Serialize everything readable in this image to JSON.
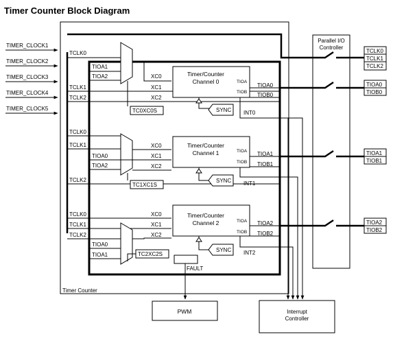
{
  "title": "Timer Counter Block Diagram",
  "inputs": [
    "TIMER_CLOCK1",
    "TIMER_CLOCK2",
    "TIMER_CLOCK3",
    "TIMER_CLOCK4",
    "TIMER_CLOCK5"
  ],
  "timer_counter_label": "Timer Counter",
  "pio": {
    "line1": "Parallel I/O",
    "line2": "Controller"
  },
  "pins": {
    "tclk0": "TCLK0",
    "tclk1": "TCLK1",
    "tclk2": "TCLK2",
    "tioa0": "TIOA0",
    "tiob0": "TIOB0",
    "tioa1": "TIOA1",
    "tiob1": "TIOB1",
    "tioa2": "TIOA2",
    "tiob2": "TIOB2"
  },
  "signals": {
    "tclk0": "TCLK0",
    "tclk1": "TCLK1",
    "tclk2": "TCLK2",
    "tioa0": "TIOA0",
    "tioa1": "TIOA1",
    "tioa2": "TIOA2",
    "tiob0": "TIOB0",
    "tiob1": "TIOB1",
    "tiob2": "TIOB2",
    "xc0": "XC0",
    "xc1": "XC1",
    "xc2": "XC2",
    "tioa_port": "TIOA",
    "tiob_port": "TIOB",
    "sync": "SYNC",
    "int0": "INT0",
    "int1": "INT1",
    "int2": "INT2",
    "fault": "FAULT"
  },
  "channels": [
    {
      "line1": "Timer/Counter",
      "line2": "Channel 0",
      "select": "TC0XC0S"
    },
    {
      "line1": "Timer/Counter",
      "line2": "Channel 1",
      "select": "TC1XC1S"
    },
    {
      "line1": "Timer/Counter",
      "line2": "Channel 2",
      "select": "TC2XC2S"
    }
  ],
  "pwm": "PWM",
  "interrupt": {
    "line1": "Interrupt",
    "line2": "Controller"
  }
}
